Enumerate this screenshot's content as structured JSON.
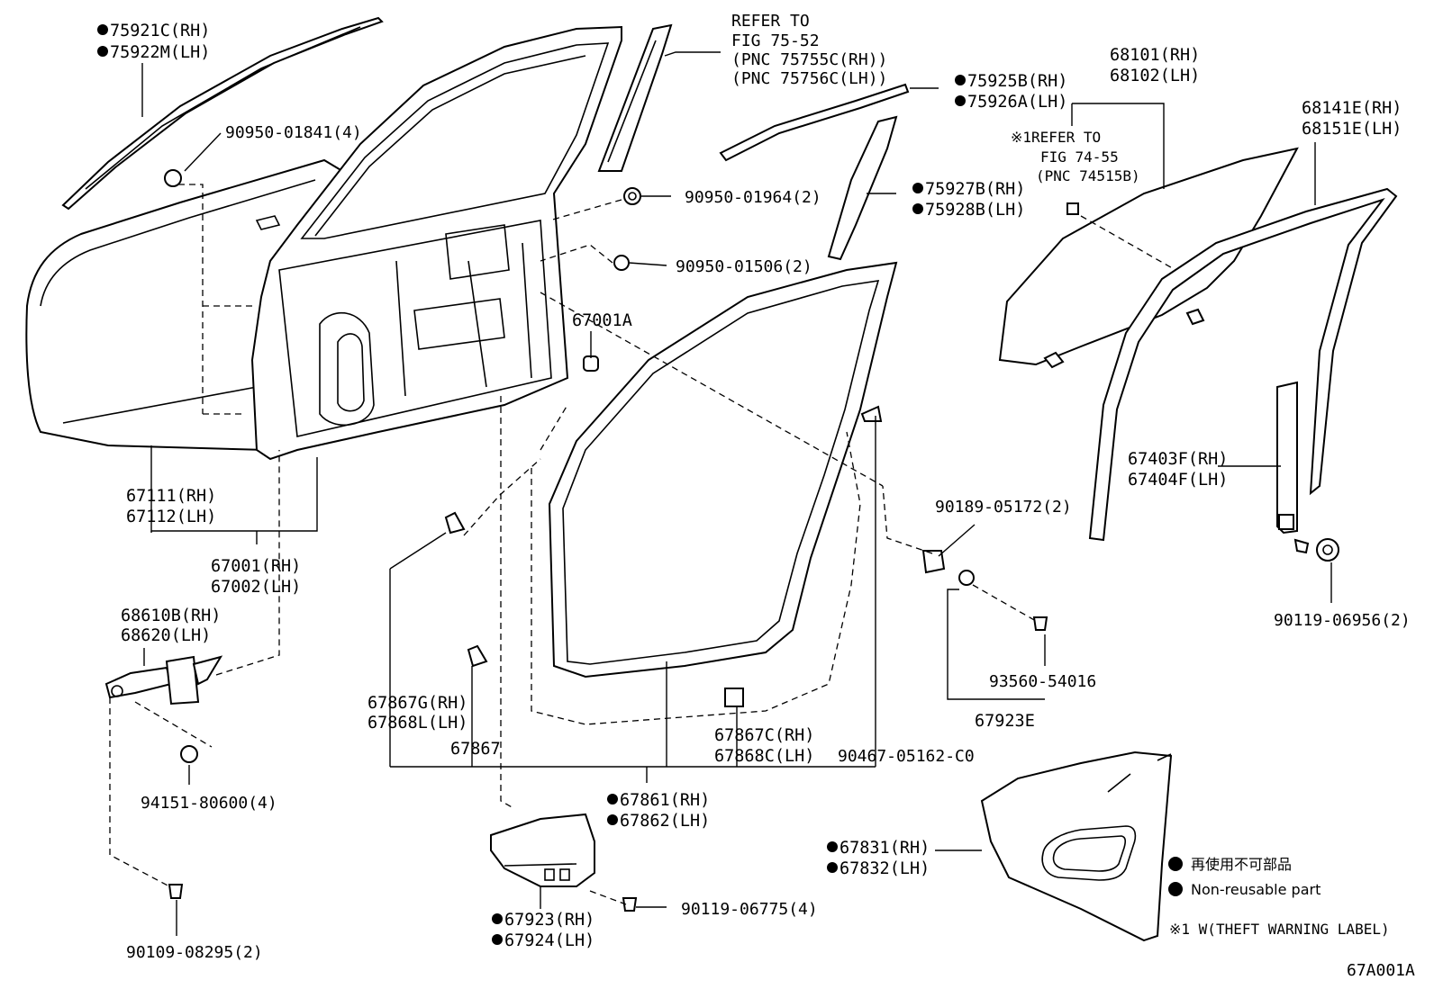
{
  "labels": {
    "p75921": "75921C(RH)",
    "p75922": "75922M(LH)",
    "p90950_01841": "90950-01841(4)",
    "refer_7552_l1": "REFER TO",
    "refer_7552_l2": "FIG 75-52",
    "refer_7552_l3": "(PNC 75755C(RH))",
    "refer_7552_l4": "(PNC 75756C(LH))",
    "p75925": "75925B(RH)",
    "p75926": "75926A(LH)",
    "p68101": "68101(RH)",
    "p68102": "68102(LH)",
    "refer_7455_l1": "※1REFER TO",
    "refer_7455_l2": "FIG 74-55",
    "refer_7455_l3": "(PNC 74515B)",
    "p68141": "68141E(RH)",
    "p68151": "68151E(LH)",
    "p90950_01964": "90950-01964(2)",
    "p75927": "75927B(RH)",
    "p75928": "75928B(LH)",
    "p90950_01506": "90950-01506(2)",
    "p67001A": "67001A",
    "p67111": "67111(RH)",
    "p67112": "67112(LH)",
    "p67001": "67001(RH)",
    "p67002": "67002(LH)",
    "p67403": "67403F(RH)",
    "p67404": "67404F(LH)",
    "p90189": "90189-05172(2)",
    "p68610": "68610B(RH)",
    "p68620": "68620(LH)",
    "p90119_06956": "90119-06956(2)",
    "p93560": "93560-54016",
    "p67923E": "67923E",
    "p67867G": "67867G(RH)",
    "p67868L": "67868L(LH)",
    "p67867": "67867",
    "p67867C": "67867C(RH)",
    "p67868C": "67868C(LH)",
    "p90467": "90467-05162-C0",
    "p94151": "94151-80600(4)",
    "p67861": "67861(RH)",
    "p67862": "67862(LH)",
    "p67831": "67831(RH)",
    "p67832": "67832(LH)",
    "p67923": "67923(RH)",
    "p67924": "67924(LH)",
    "p90119_06775": "90119-06775(4)",
    "p90109": "90109-08295(2)"
  },
  "legend": {
    "jp": "再使用不可部品",
    "en": "Non-reusable part",
    "note": "※1 W(THEFT WARNING LABEL)"
  },
  "figure_code": "67A001A"
}
